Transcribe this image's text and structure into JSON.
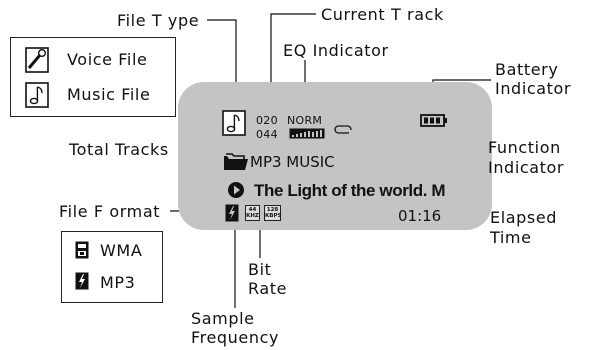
{
  "labels": {
    "file_type": "File T ype",
    "current_track": "Current T rack",
    "eq_indicator": "EQ Indicator",
    "battery_line1": "Battery",
    "battery_line2": "Indicator",
    "total_tracks": "Total Tracks",
    "function_line1": "Function",
    "function_line2": "Indicator",
    "file_format": "File F ormat",
    "elapsed_line1": "Elapsed",
    "elapsed_line2": "Time",
    "bit_line1": "Bit",
    "bit_line2": "Rate",
    "sample_line1": "Sample",
    "sample_line2": "Frequency"
  },
  "file_type_legend": [
    {
      "icon": "voice-file-icon",
      "label": "Voice File"
    },
    {
      "icon": "music-file-icon",
      "label": "Music File"
    }
  ],
  "file_format_legend": [
    {
      "icon": "wma-format-icon",
      "label": "WMA"
    },
    {
      "icon": "mp3-format-icon",
      "label": "MP3"
    }
  ],
  "display": {
    "current_track": "020",
    "total_tracks": "044",
    "eq": "NORM",
    "folder": "MP3  MUSIC",
    "song_title": "The Light of the world.  M",
    "elapsed": "01:16",
    "sample_rate_value": "44",
    "sample_rate_unit": "KHZ",
    "bit_rate_value": "128",
    "bit_rate_unit": "KBPS"
  },
  "colors": {
    "lcd_background": "#c4c4c4",
    "ink": "#111111"
  }
}
